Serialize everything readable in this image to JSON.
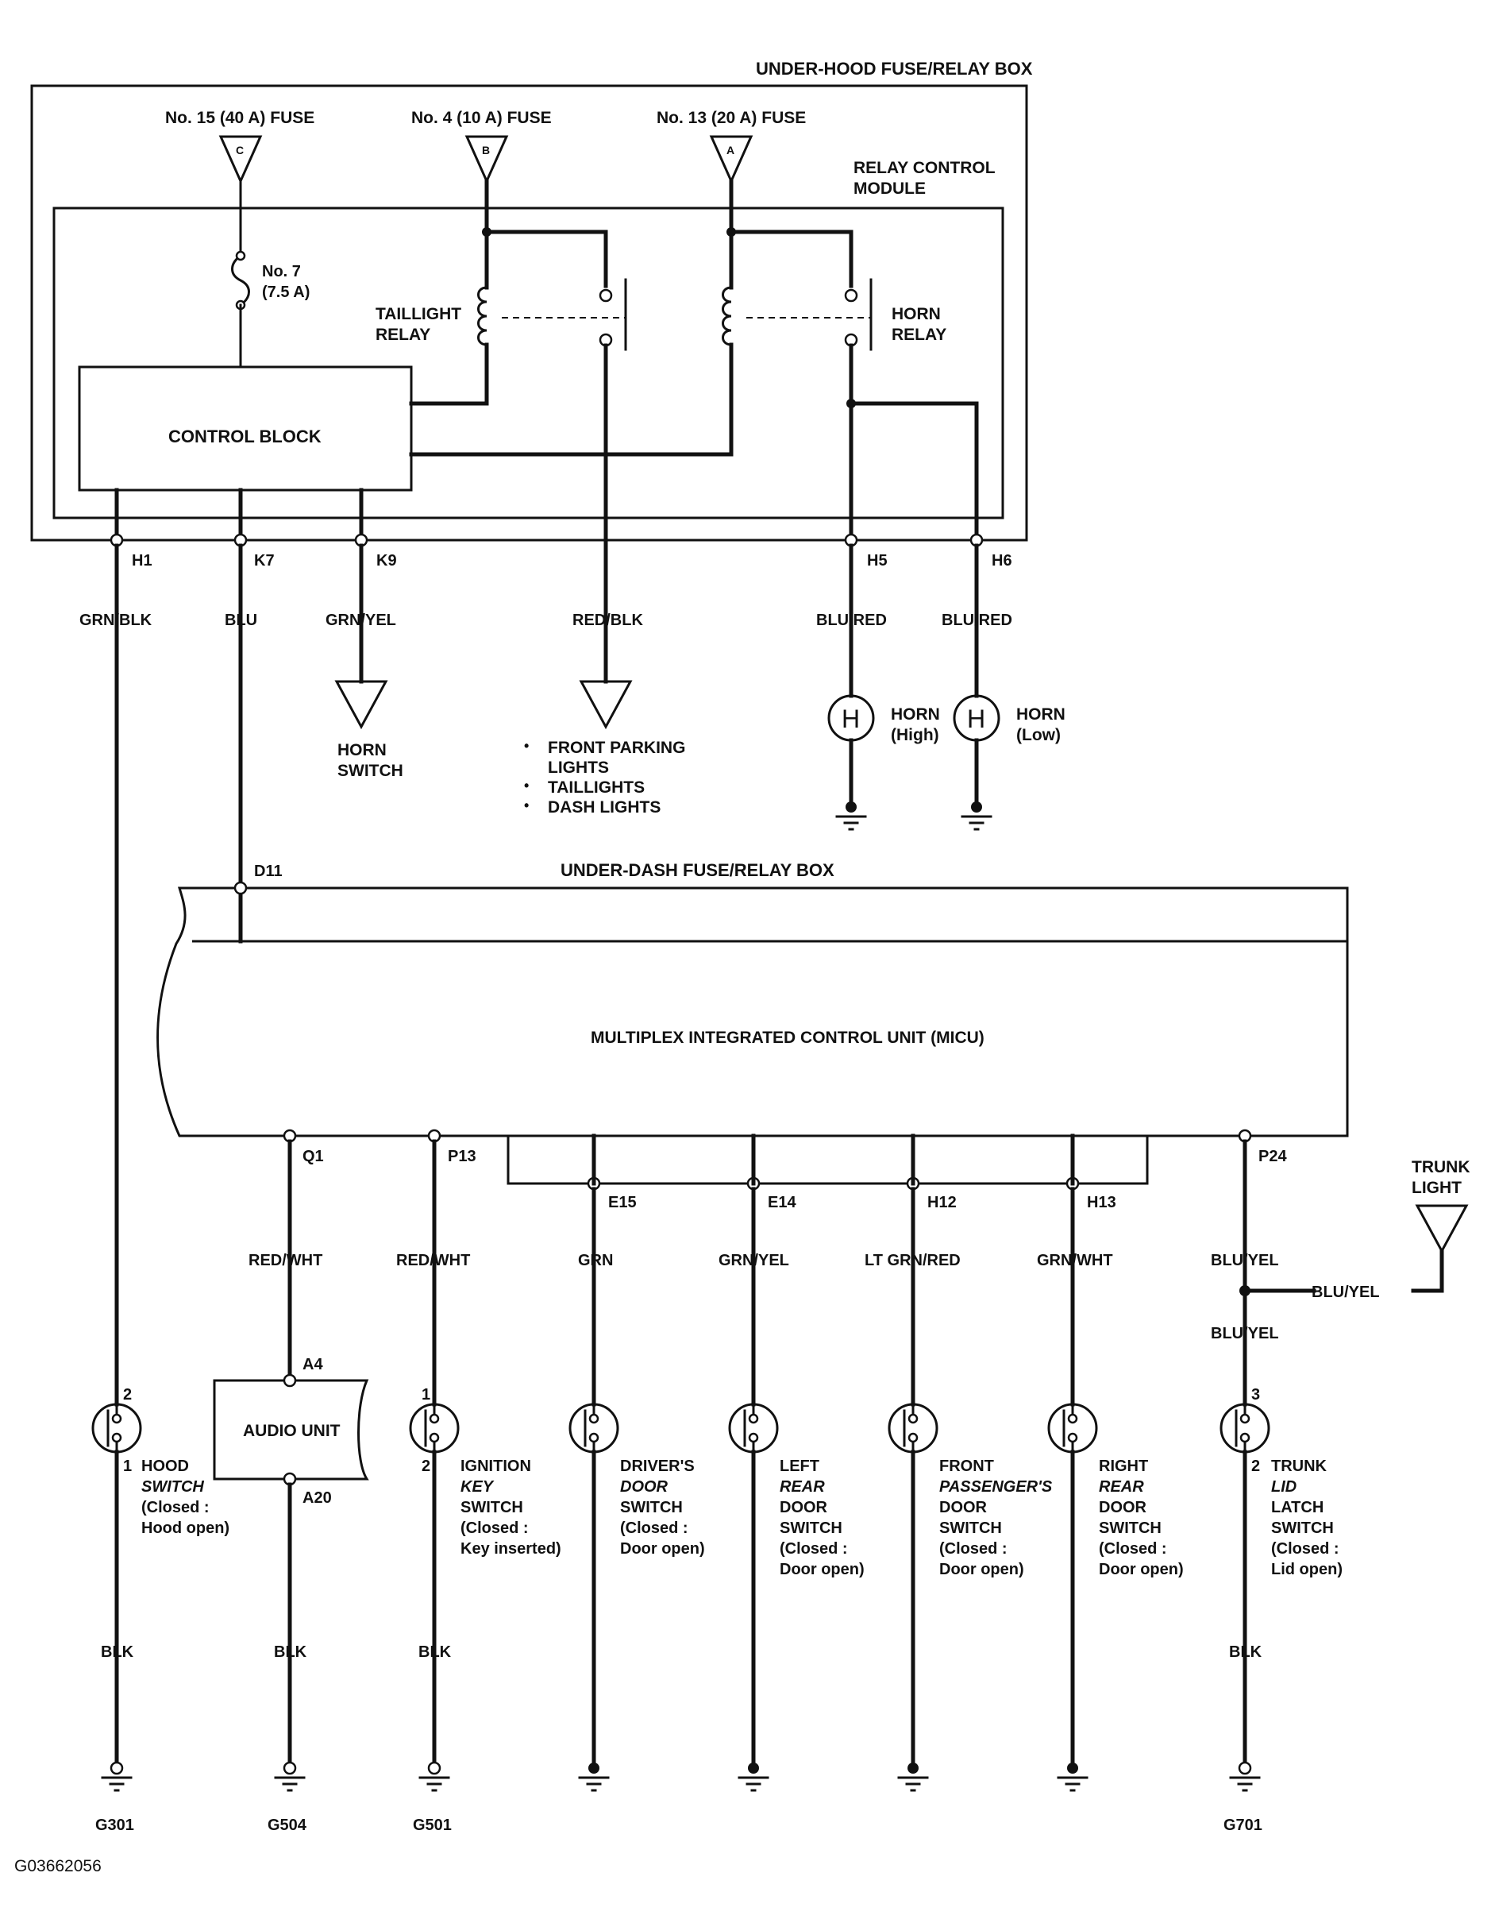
{
  "under_hood_box": {
    "title": "UNDER-HOOD FUSE/RELAY BOX",
    "fuses": [
      {
        "label": "No. 15 (40 A) FUSE",
        "terminal": "C"
      },
      {
        "label": "No. 4 (10 A) FUSE",
        "terminal": "B"
      },
      {
        "label": "No. 13 (20 A) FUSE",
        "terminal": "A"
      }
    ],
    "rcm_label_1": "RELAY CONTROL",
    "rcm_label_2": "MODULE",
    "fuse7_1": "No. 7",
    "fuse7_2": "(7.5 A)",
    "taillight_relay_1": "TAILLIGHT",
    "taillight_relay_2": "RELAY",
    "horn_relay_1": "HORN",
    "horn_relay_2": "RELAY",
    "control_block": "CONTROL BLOCK",
    "pins": [
      "H1",
      "K7",
      "K9",
      "H5",
      "H6"
    ]
  },
  "wires_top": {
    "h1": "GRN/BLK",
    "k7": "BLU",
    "k9": "GRN/YEL",
    "red_blk": "RED/BLK",
    "h5": "BLU/RED",
    "h6": "BLU/RED"
  },
  "loads_top": {
    "horn_switch_1": "HORN",
    "horn_switch_2": "SWITCH",
    "lights": [
      "FRONT PARKING",
      "LIGHTS",
      "TAILLIGHTS",
      "DASH LIGHTS"
    ],
    "horn_high_1": "HORN",
    "horn_high_2": "(High)",
    "horn_low_1": "HORN",
    "horn_low_2": "(Low)",
    "horn_symbol": "H"
  },
  "under_dash_box": {
    "title": "UNDER-DASH FUSE/RELAY BOX",
    "pin_d11": "D11",
    "micu": "MULTIPLEX INTEGRATED CONTROL UNIT (MICU)",
    "pins_bottom": [
      "Q1",
      "P13",
      "E15",
      "E14",
      "H12",
      "H13",
      "P24"
    ]
  },
  "trunk_light": {
    "line1": "TRUNK",
    "line2": "LIGHT"
  },
  "wires_bottom": {
    "q1": "RED/WHT",
    "p13": "RED/WHT",
    "e15": "GRN",
    "e14": "GRN/YEL",
    "h12": "LT GRN/RED",
    "h13": "GRN/WHT",
    "p24": "BLU/YEL",
    "p24_branch": "BLU/YEL",
    "p24_lower": "BLU/YEL"
  },
  "audio_unit": {
    "label": "AUDIO UNIT",
    "pin_top": "A4",
    "pin_bottom": "A20"
  },
  "switches": [
    {
      "lines": [
        "HOOD",
        "SWITCH",
        "(Closed :",
        "Hood open)"
      ],
      "pin_top": "2",
      "pin_bottom": "1"
    },
    {
      "lines": [
        "IGNITION",
        "KEY",
        "SWITCH",
        "(Closed :",
        "Key inserted)"
      ],
      "pin_top": "1",
      "pin_bottom": "2"
    },
    {
      "lines": [
        "DRIVER'S",
        "DOOR",
        "SWITCH",
        "(Closed :",
        "Door open)"
      ]
    },
    {
      "lines": [
        "LEFT",
        "REAR",
        "DOOR",
        "SWITCH",
        "(Closed :",
        "Door open)"
      ]
    },
    {
      "lines": [
        "FRONT",
        "PASSENGER'S",
        "DOOR",
        "SWITCH",
        "(Closed :",
        "Door open)"
      ]
    },
    {
      "lines": [
        "RIGHT",
        "REAR",
        "DOOR",
        "SWITCH",
        "(Closed :",
        "Door open)"
      ]
    },
    {
      "lines": [
        "TRUNK",
        "LID",
        "LATCH",
        "SWITCH",
        "(Closed :",
        "Lid open)"
      ],
      "pin_top": "3",
      "pin_bottom": "2"
    }
  ],
  "ground_wire": "BLK",
  "grounds": [
    "G301",
    "G504",
    "G501",
    "G701"
  ],
  "figure_id": "G03662056"
}
